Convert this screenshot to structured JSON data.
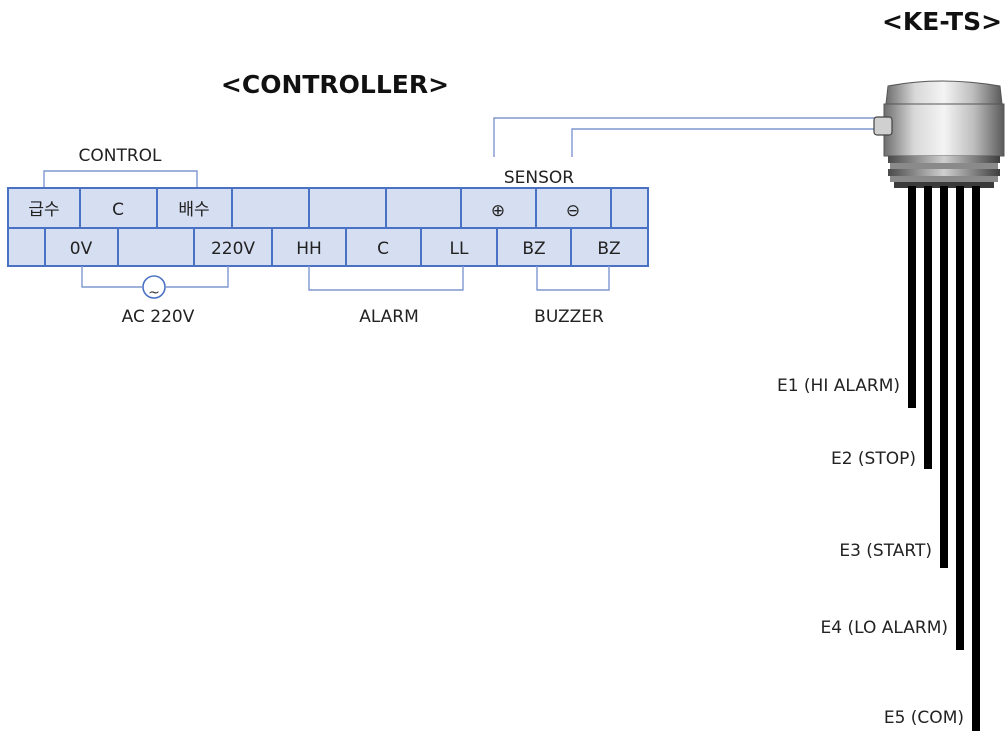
{
  "controller": {
    "title": "<CONTROLLER>",
    "top_row": [
      "급수",
      "C",
      "배수",
      "",
      "",
      "",
      "⊕",
      "⊖",
      ""
    ],
    "bottom_row": [
      "",
      "0V",
      "",
      "220V",
      "HH",
      "C",
      "LL",
      "BZ",
      "BZ"
    ],
    "group_labels": {
      "control": "CONTROL",
      "sensor": "SENSOR",
      "ac": "AC 220V",
      "alarm": "ALARM",
      "buzzer": "BUZZER"
    },
    "ac_symbol": "~"
  },
  "sensor_device": {
    "title": "<KE-TS>",
    "electrodes": [
      "E1 (HI ALARM)",
      "E2 (STOP)",
      "E3 (START)",
      "E4 (LO ALARM)",
      "E5 (COM)"
    ]
  },
  "colors": {
    "cell_fill": "#d6dff2",
    "cell_border": "#4a72c4",
    "wire": "#7f97cf",
    "probe": "#000000"
  }
}
